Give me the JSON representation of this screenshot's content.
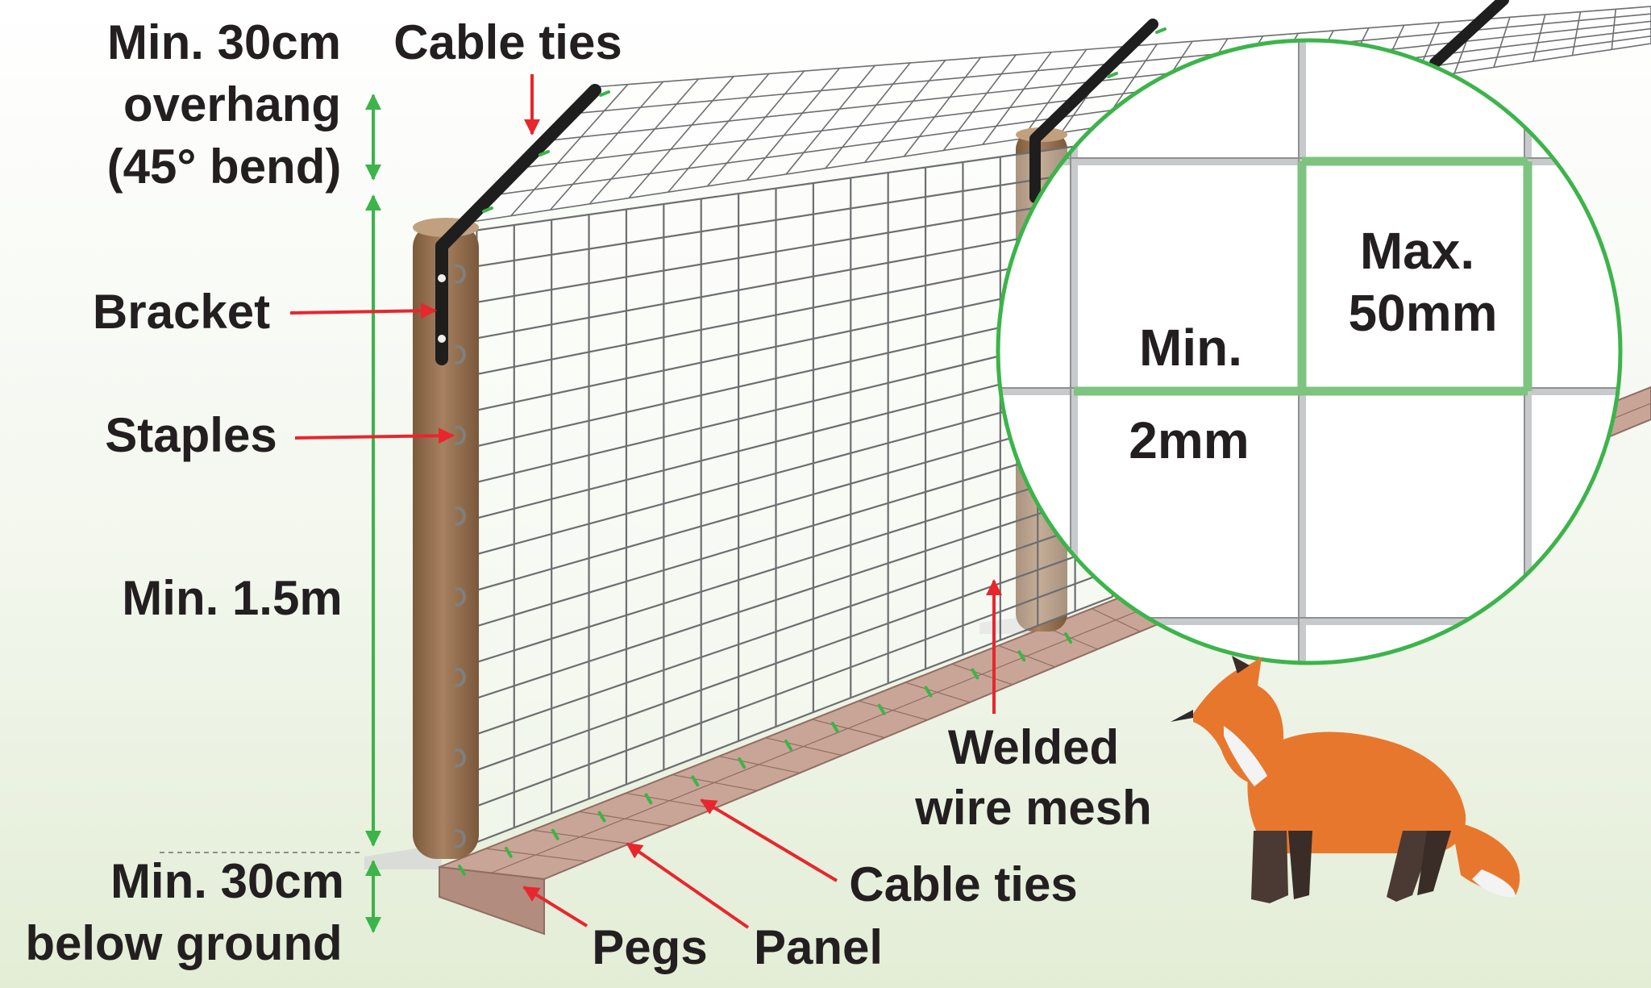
{
  "labels": {
    "overhang_1": "Min. 30cm",
    "overhang_2": "overhang",
    "overhang_3": "(45° bend)",
    "cable_ties_top": "Cable ties",
    "bracket": "Bracket",
    "staples": "Staples",
    "height": "Min. 1.5m",
    "below_1": "Min. 30cm",
    "below_2": "below ground",
    "pegs": "Pegs",
    "panel": "Panel",
    "cable_ties_bottom": "Cable ties",
    "mesh_1": "Welded",
    "mesh_2": "wire mesh"
  },
  "inset": {
    "max_1": "Max.",
    "max_2": "50mm",
    "min_1": "Min.",
    "min_2": "2mm"
  },
  "colors": {
    "dimension_arrow": "#3cb44a",
    "callout_arrow": "#e8262d",
    "post": "#9b7652",
    "bracket": "#1e1e1e",
    "mesh_wire": "#6d6e70",
    "inset_ring": "#3cb44a",
    "inset_highlight": "#7cc47f",
    "panel": "#c9a597",
    "fox": "#e8772e"
  }
}
